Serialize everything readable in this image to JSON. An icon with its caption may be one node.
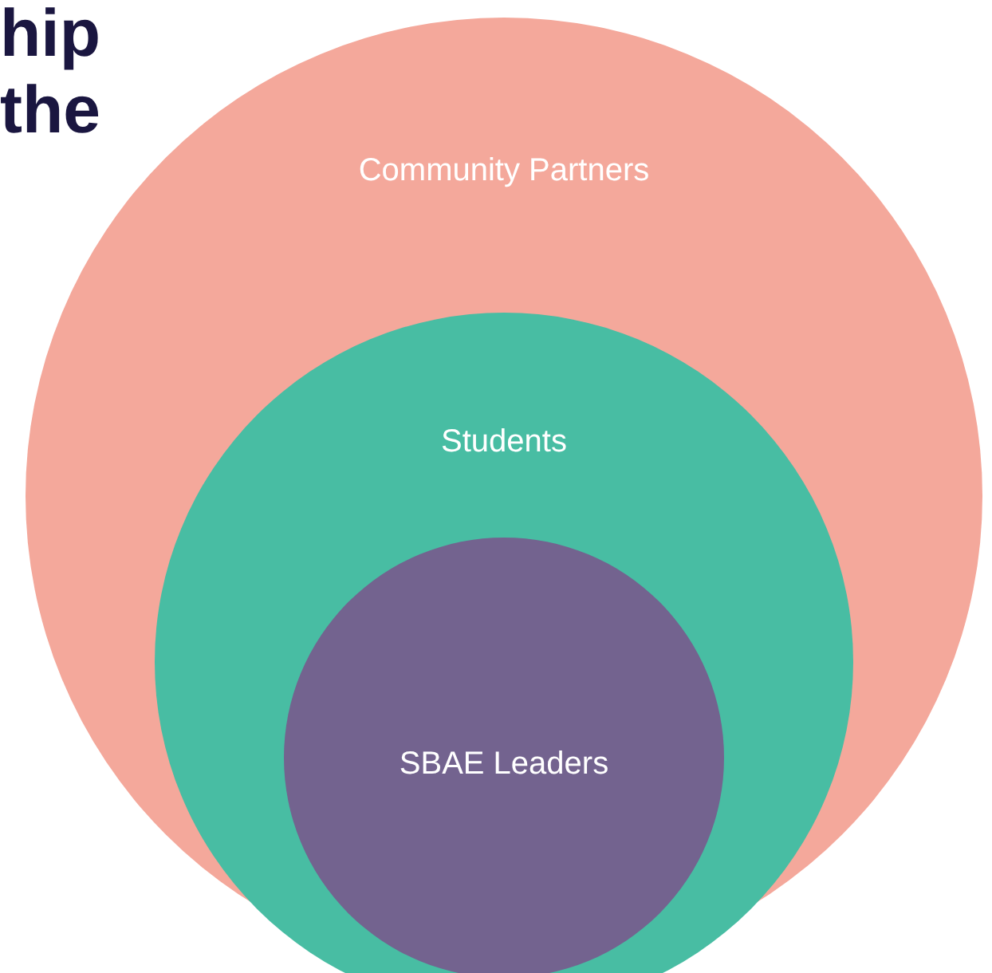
{
  "diagram": {
    "nodes": [
      {
        "text": [
          "Community Partners"
        ]
      },
      {
        "text": [
          "Students"
        ],
        "in": 0
      },
      {
        "text": [
          "SBAE Leaders"
        ],
        "in": 1
      }
    ],
    "labels": [
      "hip",
      "the"
    ]
  }
}
